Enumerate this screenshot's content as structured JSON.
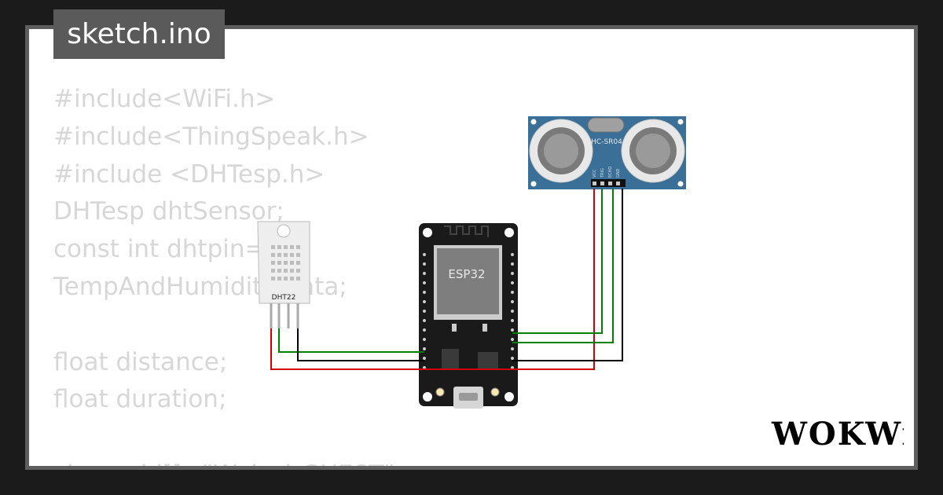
{
  "file_tab": {
    "label": "sketch.ino"
  },
  "code_lines": [
    "#include<WiFi.h>",
    "#include<ThingSpeak.h>",
    "#include <DHTesp.h>",
    "DHTesp dhtSensor;",
    "const int dhtpin=15;",
    "TempAndHumidity data;",
    "",
    "float distance;",
    "float duration;",
    "",
    "char ssid[]=\"Wokwi-GUEST\";"
  ],
  "components": {
    "ultrasonic": {
      "label": "HC-SR04",
      "pins": [
        "VCC",
        "TRIG",
        "ECHO",
        "GND"
      ]
    },
    "dht": {
      "label": "DHT22"
    },
    "board": {
      "label": "ESP32"
    }
  },
  "wire_colors": {
    "power": "#d40000",
    "signal": "#00a000",
    "ground": "#000000"
  },
  "brand": {
    "logo": "WOKWi"
  }
}
